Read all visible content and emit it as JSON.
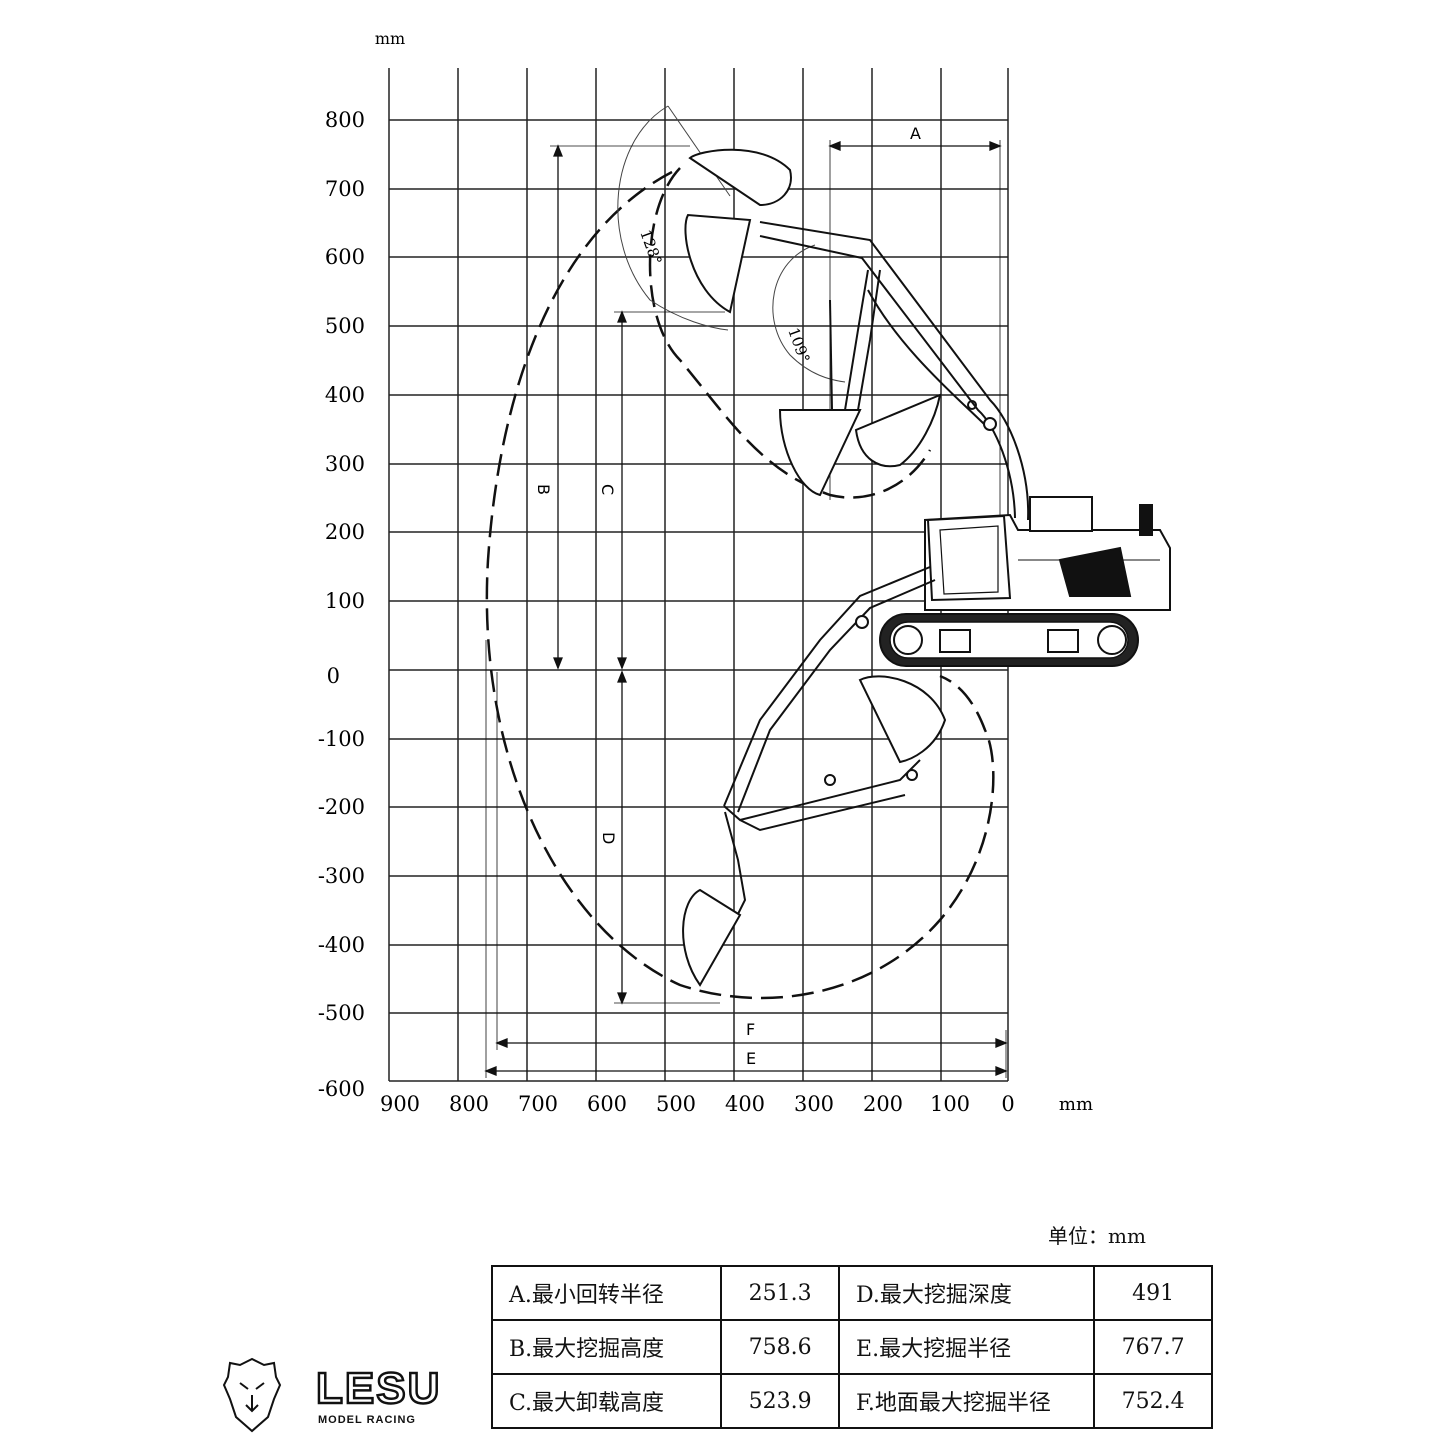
{
  "diagram": {
    "y_unit": "mm",
    "x_unit": "mm",
    "y_ticks": [
      "800",
      "700",
      "600",
      "500",
      "400",
      "300",
      "200",
      "100",
      "0",
      "-100",
      "-200",
      "-300",
      "-400",
      "-500",
      "-600"
    ],
    "x_ticks": [
      "900",
      "800",
      "700",
      "600",
      "500",
      "400",
      "300",
      "200",
      "100",
      "0"
    ],
    "dim_labels": {
      "A": "A",
      "B": "B",
      "C": "C",
      "D": "D",
      "E": "E",
      "F": "F"
    },
    "angle_labels": {
      "bucket": "128°",
      "boom": "109°"
    }
  },
  "spec": {
    "unit": "单位：mm",
    "rows": [
      {
        "l1": "A.最小回转半径",
        "v1": "251.3",
        "l2": "D.最大挖掘深度",
        "v2": "491"
      },
      {
        "l1": "B.最大挖掘高度",
        "v1": "758.6",
        "l2": "E.最大挖掘半径",
        "v2": "767.7"
      },
      {
        "l1": "C.最大卸载高度",
        "v1": "523.9",
        "l2": "F.地面最大挖掘半径",
        "v2": "752.4"
      }
    ]
  },
  "logo": {
    "brand": "LESU",
    "tagline": "MODEL RACING"
  }
}
